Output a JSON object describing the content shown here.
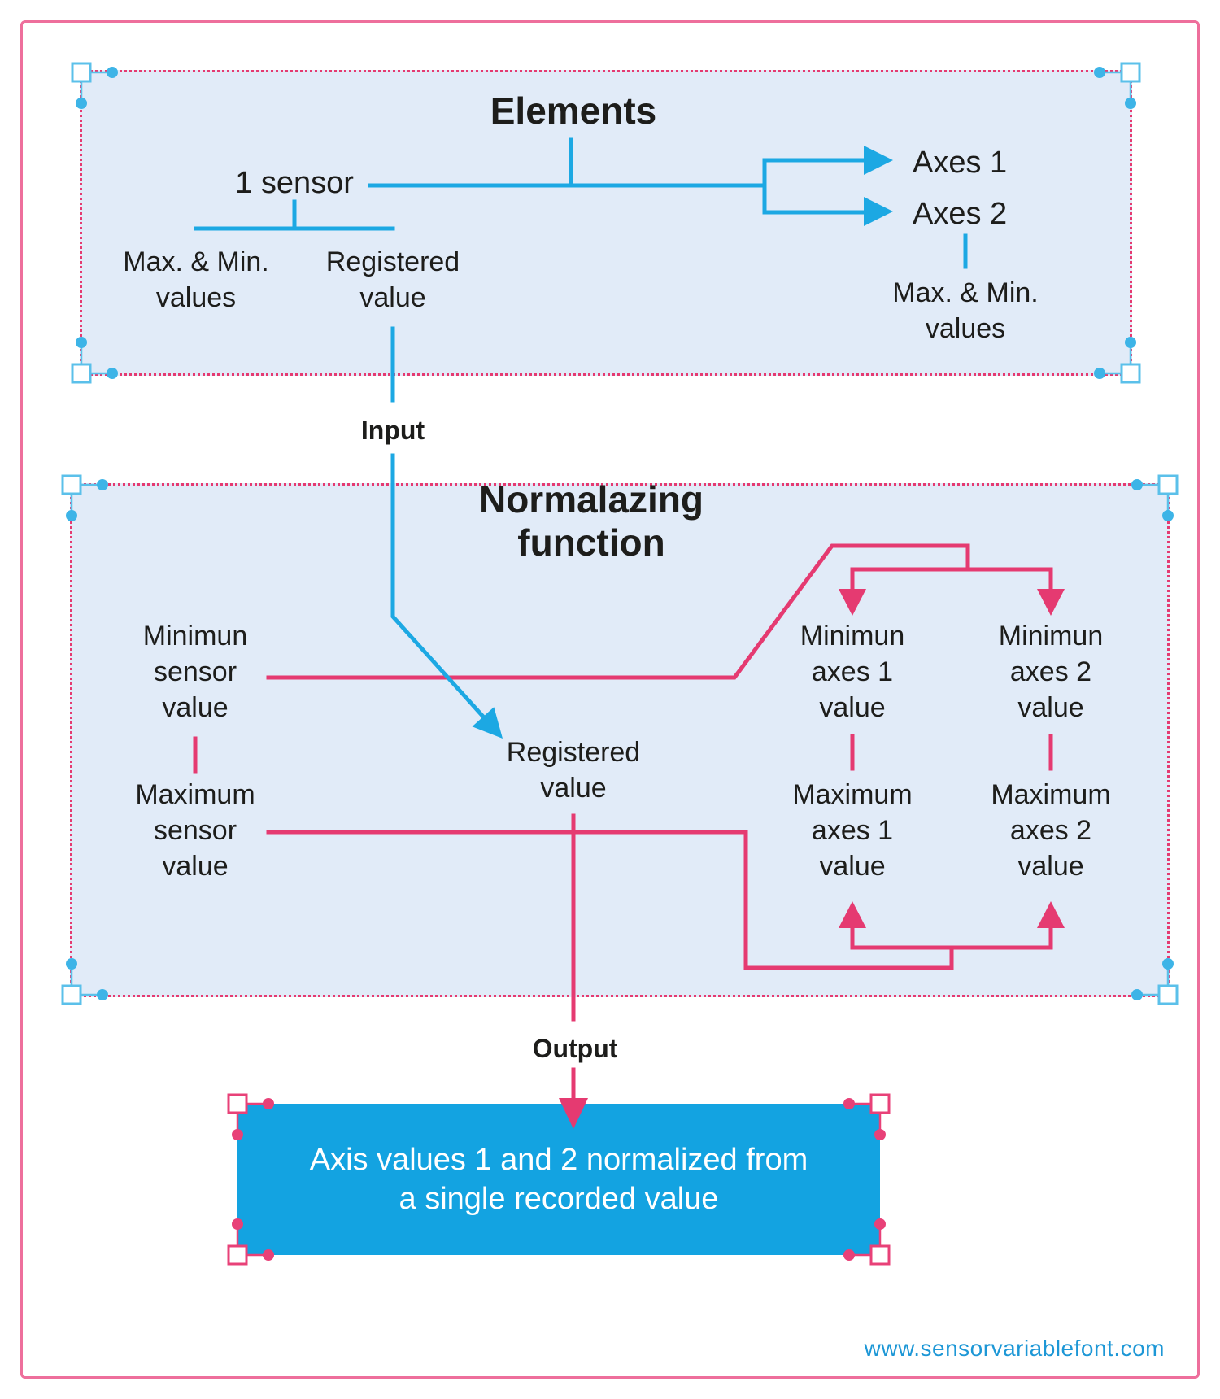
{
  "colors": {
    "cyan": "#1ca8e3",
    "pink": "#e53a71",
    "panel_fill": "#e1ebf8",
    "handle_cyan": "#5bc0ea",
    "handle_dot": "#3db4e7",
    "handle_pink": "#e84178",
    "result_fill": "#13a3e1",
    "frame_pink": "#ee6f9c",
    "text": "#1d1d1b",
    "link_blue": "#1d97d6"
  },
  "elements_panel": {
    "title": "Elements",
    "sensor": "1 sensor",
    "axes_1": "Axes 1",
    "axes_2": "Axes 2",
    "sensor_max_min": "Max. & Min.\nvalues",
    "sensor_registered": "Registered\nvalue",
    "axes_max_min": "Max. & Min.\nvalues"
  },
  "flow": {
    "input": "Input",
    "output": "Output"
  },
  "normalizing_panel": {
    "title": "Normalazing\nfunction",
    "min_sensor": "Minimun\nsensor\nvalue",
    "max_sensor": "Maximum\nsensor\nvalue",
    "registered": "Registered\nvalue",
    "min_axes_1": "Minimun\naxes 1\nvalue",
    "min_axes_2": "Minimun\naxes 2\nvalue",
    "max_axes_1": "Maximum\naxes 1\nvalue",
    "max_axes_2": "Maximum\naxes 2\nvalue"
  },
  "result_box": {
    "text": "Axis values 1 and 2 normalized from\na single recorded value"
  },
  "footer": {
    "website": "www.sensorvariablefont.com"
  }
}
